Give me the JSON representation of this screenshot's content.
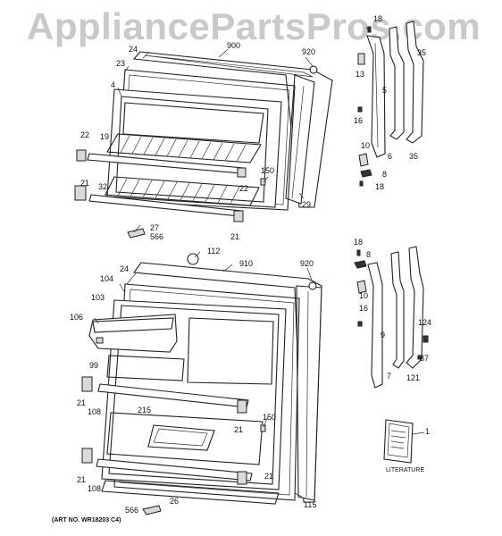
{
  "watermark": "AppliancePartsPros.com",
  "art_number": "(ART NO. WR18203 C4)",
  "literature_caption": "LITERATURE",
  "callouts": {
    "c18a": "18",
    "c900": "900",
    "c24a": "24",
    "c920a": "920",
    "c23": "23",
    "c4": "4",
    "c13": "13",
    "c5": "5",
    "c35a": "35",
    "c16a": "16",
    "c22a": "22",
    "c19": "19",
    "c6": "6",
    "c35b": "35",
    "c10a": "10",
    "c8a": "8",
    "c18b": "18",
    "c150a": "150",
    "c22b": "22",
    "c21a": "21",
    "c32": "32",
    "c29": "29",
    "c27": "27",
    "c566a": "566",
    "c21b": "21",
    "c112": "112",
    "c910": "910",
    "c24b": "24",
    "c920b": "920",
    "c18c": "18",
    "c8b": "8",
    "c104": "104",
    "c103": "103",
    "c10b": "10",
    "c16b": "16",
    "c106": "106",
    "c9": "9",
    "c124": "124",
    "c99": "99",
    "c87": "87",
    "c7": "7",
    "c121": "121",
    "c21c": "21",
    "c108a": "108",
    "c215": "215",
    "c150b": "150",
    "c21d": "21",
    "c1": "1",
    "c21e": "21",
    "c108b": "108",
    "c21f": "21",
    "c115": "115",
    "c566b": "566",
    "c26": "26"
  }
}
